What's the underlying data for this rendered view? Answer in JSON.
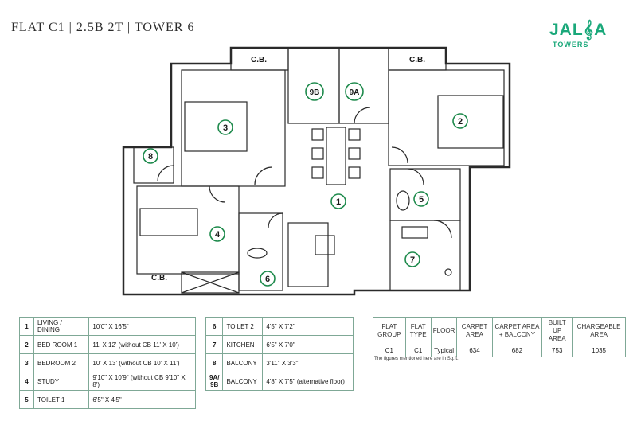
{
  "header": {
    "title": "FLAT C1 | 2.5B 2T | TOWER 6"
  },
  "logo": {
    "word": "JALSA",
    "sub": "TOWERS"
  },
  "plan": {
    "labels": {
      "cb_top_left": "C.B.",
      "cb_top_right": "C.B.",
      "cb_bottom": "C.B."
    },
    "markers": [
      "1",
      "2",
      "3",
      "4",
      "5",
      "6",
      "8",
      "9A",
      "9B"
    ],
    "colors": {
      "wall": "#2a2a2a",
      "marker": "#1e8a4c"
    }
  },
  "rooms": [
    {
      "no": "1",
      "name": "LIVING / DINING",
      "size": "10'0\" X 16'5\""
    },
    {
      "no": "2",
      "name": "BED ROOM 1",
      "size": "11' X 12' (without CB 11' X 10')"
    },
    {
      "no": "3",
      "name": "BEDROOM 2",
      "size": "10' X 13' (without CB 10' X 11')"
    },
    {
      "no": "4",
      "name": "STUDY",
      "size": "9'10\" X 10'9\" (without CB 9'10\" X 8')"
    },
    {
      "no": "5",
      "name": "TOILET 1",
      "size": "6'5\" X 4'5\""
    }
  ],
  "rooms2": [
    {
      "no": "6",
      "name": "TOILET 2",
      "size": "4'5\" X 7'2\""
    },
    {
      "no": "7",
      "name": "KITCHEN",
      "size": "6'5\" X 7'0\""
    },
    {
      "no": "8",
      "name": "BALCONY",
      "size": "3'11\" X 3'3\""
    },
    {
      "no": "9A/ 9B",
      "name": "BALCONY",
      "size": "4'8\" X 7'5\" (alternative floor)"
    }
  ],
  "area_table": {
    "headers": [
      "FLAT GROUP",
      "FLAT TYPE",
      "FLOOR",
      "CARPET AREA",
      "CARPET AREA + BALCONY",
      "BUILT UP AREA",
      "CHARGEABLE AREA"
    ],
    "row": [
      "C1",
      "C1",
      "Typical",
      "634",
      "682",
      "753",
      "1035"
    ],
    "note": "The figures mentioned here are in Sq.ft."
  }
}
